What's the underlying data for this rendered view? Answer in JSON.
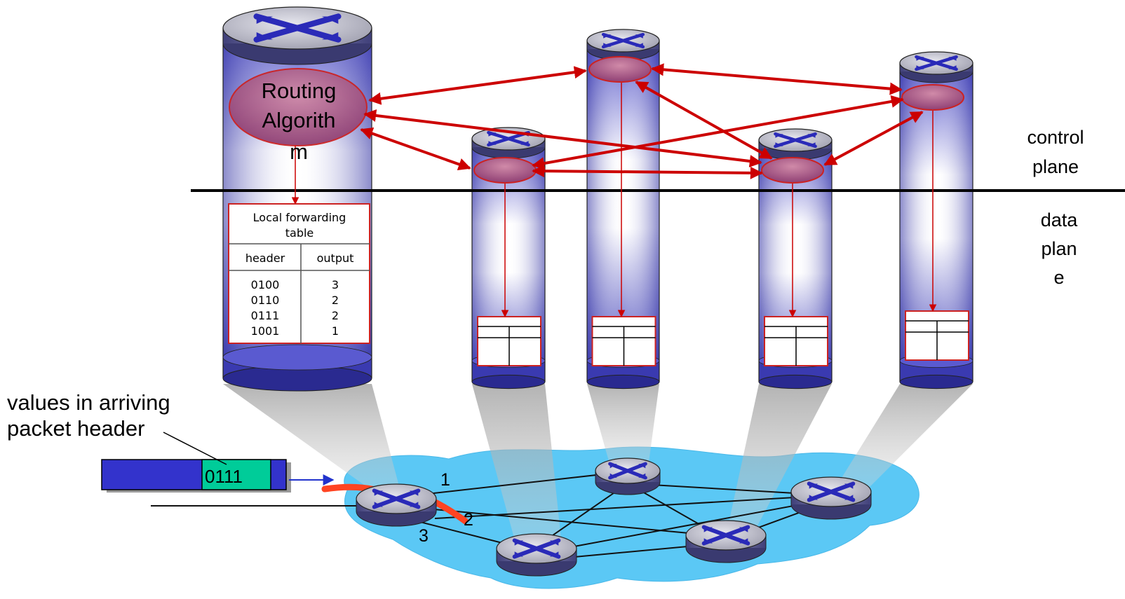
{
  "labels": {
    "routing_line1": "Routing",
    "routing_line2": "Algorith",
    "routing_line3": "m",
    "control_line1": "control",
    "control_line2": "plane",
    "data_line1": "data",
    "data_line2": "plan",
    "data_line3": "e",
    "values_line1": "values in arriving",
    "values_line2": "packet header",
    "packet_value": "0111",
    "port_1": "1",
    "port_2": "2",
    "port_3": "3"
  },
  "forwarding_table": {
    "title_line1": "Local forwarding",
    "title_line2": "table",
    "col_header": "header",
    "col_output": "output",
    "rows": [
      {
        "header": "0100",
        "output": "3"
      },
      {
        "header": "0110",
        "output": "2"
      },
      {
        "header": "0111",
        "output": "2"
      },
      {
        "header": "1001",
        "output": "1"
      }
    ]
  },
  "colors": {
    "control_arrow": "#cc0000",
    "network_cloud": "#5bc8f5",
    "packet_body": "#3333cc",
    "packet_header": "#00cc99",
    "active_path": "#ff4422",
    "router_top": "#b8b8c8"
  },
  "icons": [
    "router-icon",
    "forwarding-table-icon",
    "packet-icon"
  ]
}
